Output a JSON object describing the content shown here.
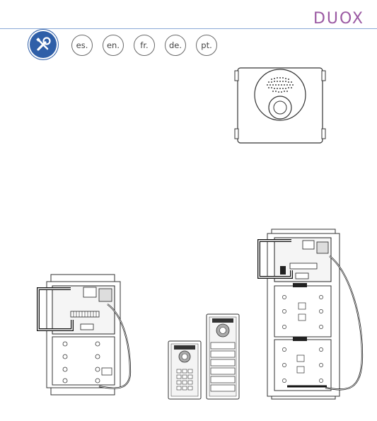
{
  "brand": {
    "name": "DUOX"
  },
  "header": {
    "languages": [
      "es.",
      "en.",
      "fr.",
      "de.",
      "pt."
    ]
  },
  "icons": {
    "tools": "tools-icon",
    "brand_color": "#9b5aa3",
    "accent_color": "#2f5fa8"
  }
}
